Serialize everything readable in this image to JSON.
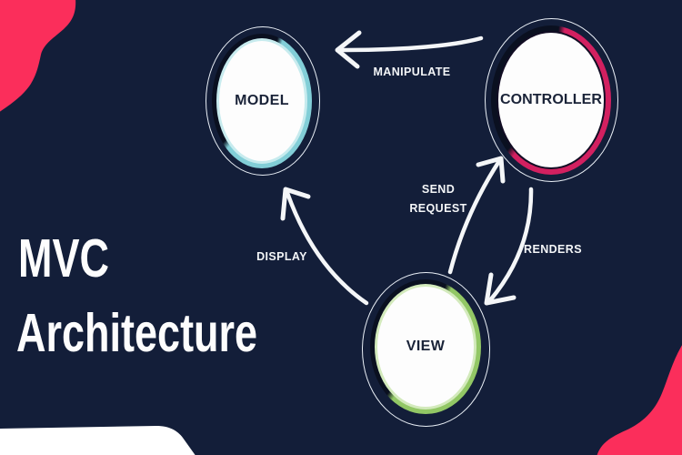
{
  "title": {
    "line1": "MVC",
    "line2": "Architecture"
  },
  "diagram": {
    "type": "cycle-diagram",
    "nodes": [
      {
        "id": "model",
        "label": "MODEL",
        "ring_color": "#82ced7"
      },
      {
        "id": "controller",
        "label": "CONTROLLER",
        "ring_color": "#d22060"
      },
      {
        "id": "view",
        "label": "VIEW",
        "ring_color": "#92c765"
      }
    ],
    "edges": [
      {
        "id": "manipulate",
        "label": "MANIPULATE",
        "from": "CONTROLLER",
        "to": "MODEL"
      },
      {
        "id": "send-request",
        "label": "SEND REQUEST",
        "line1": "SEND",
        "line2": "REQUEST",
        "from": "VIEW",
        "to": "CONTROLLER"
      },
      {
        "id": "renders",
        "label": "RENDERS",
        "from": "CONTROLLER",
        "to": "VIEW"
      },
      {
        "id": "display",
        "label": "DISPLAY",
        "from": "VIEW",
        "to": "MODEL"
      }
    ]
  },
  "colors": {
    "bg": "#131e39",
    "blob_pink": "#fb2e5b",
    "white_blob": "#ffffff",
    "arrow": "#f4f6f8",
    "title_text": "#fdfdfd",
    "node_fill": "#fdfdfd",
    "node_text": "#1a2338",
    "dark_arc": "#0a1020",
    "model_ring": "#82ced7",
    "model_ring_light": "#c7ebee",
    "controller_ring": "#d22060",
    "controller_ring_edge": "#120d24",
    "view_ring": "#92c765",
    "view_ring_light": "#d3eabc",
    "outer_ellipse": "#e9eff6"
  }
}
